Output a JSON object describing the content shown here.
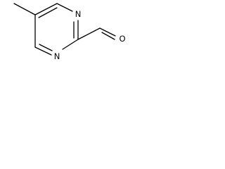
{
  "molecule": {
    "atoms": {
      "n_top": "N",
      "n_bottom": "N",
      "oxygen": "O"
    }
  }
}
